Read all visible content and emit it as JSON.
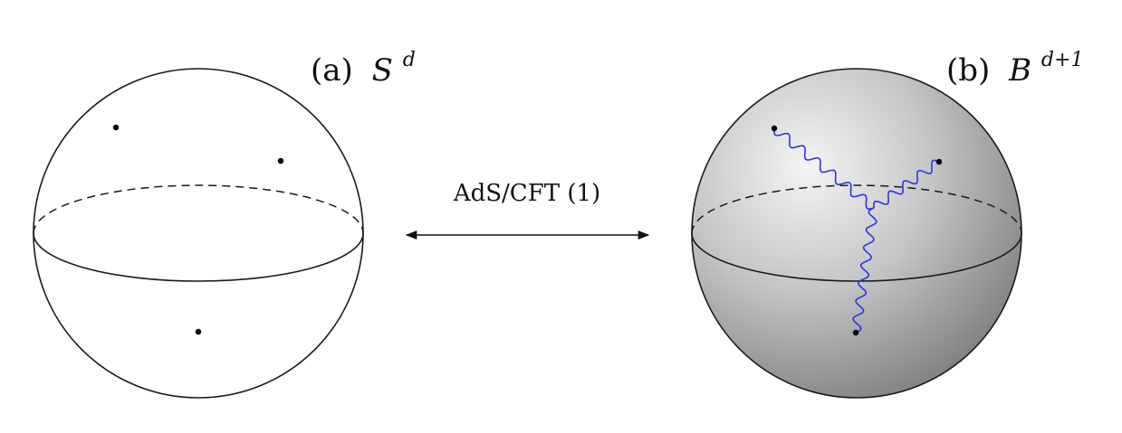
{
  "left_panel": {
    "tag": "(a)",
    "symbol": "S",
    "superscript": "d"
  },
  "right_panel": {
    "tag": "(b)",
    "symbol": "B",
    "superscript": "d+1"
  },
  "arrow": {
    "label": "AdS/CFT (1)"
  },
  "colors": {
    "outline": "#1a1a1a",
    "wavy_line": "#2a35e6",
    "ball_light": "#f2f2f2",
    "ball_dark": "#7a7a7a"
  }
}
